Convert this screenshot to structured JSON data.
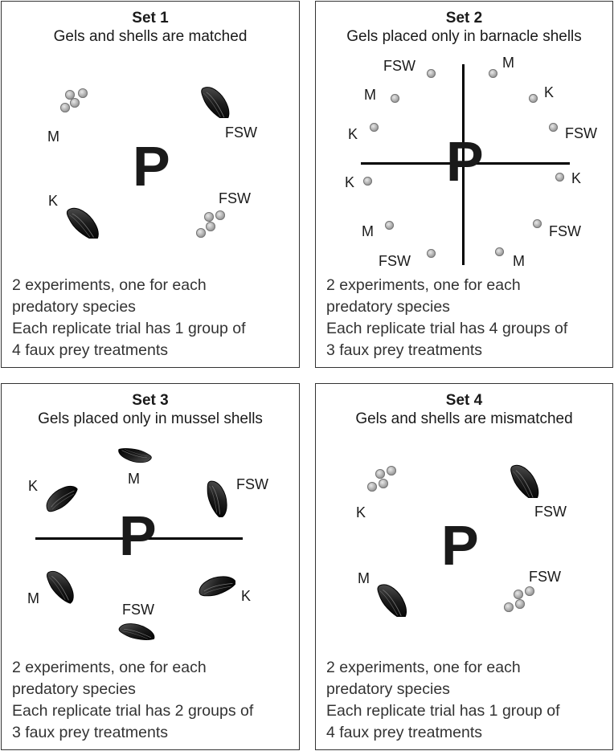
{
  "panels": {
    "set1": {
      "title": "Set 1",
      "subtitle": "Gels and shells are matched",
      "labels": {
        "m": "M",
        "fsw_shell": "FSW",
        "k": "K",
        "fsw_gel": "FSW"
      },
      "center": "P",
      "description": [
        "2 experiments, one for each",
        "predatory species",
        "Each replicate trial has 1 group of",
        "4 faux prey treatments"
      ]
    },
    "set2": {
      "title": "Set 2",
      "subtitle": "Gels placed only in barnacle shells",
      "labels": [
        "FSW",
        "M",
        "M",
        "K",
        "K",
        "FSW",
        "K",
        "K",
        "M",
        "FSW",
        "FSW",
        "M"
      ],
      "center": "P",
      "description": [
        "2 experiments, one for each",
        "predatory species",
        "Each replicate trial has 4 groups of",
        "3 faux prey treatments"
      ]
    },
    "set3": {
      "title": "Set 3",
      "subtitle": "Gels placed only in mussel shells",
      "labels": [
        "M",
        "K",
        "FSW",
        "M",
        "K",
        "FSW"
      ],
      "center": "P",
      "description": [
        "2 experiments, one for each",
        "predatory species",
        "Each replicate trial has 2 groups of",
        "3 faux prey treatments"
      ]
    },
    "set4": {
      "title": "Set 4",
      "subtitle": "Gels and shells are mismatched",
      "labels": {
        "k": "K",
        "fsw_shell": "FSW",
        "m": "M",
        "fsw_gel": "FSW"
      },
      "center": "P",
      "description": [
        "2 experiments, one for each",
        "predatory species",
        "Each replicate trial has 1 group of",
        "4 faux prey treatments"
      ]
    }
  },
  "colors": {
    "border": "#333333",
    "ink": "#000000",
    "bead": "#9a9a9a",
    "shell": "#1b1b1b"
  }
}
